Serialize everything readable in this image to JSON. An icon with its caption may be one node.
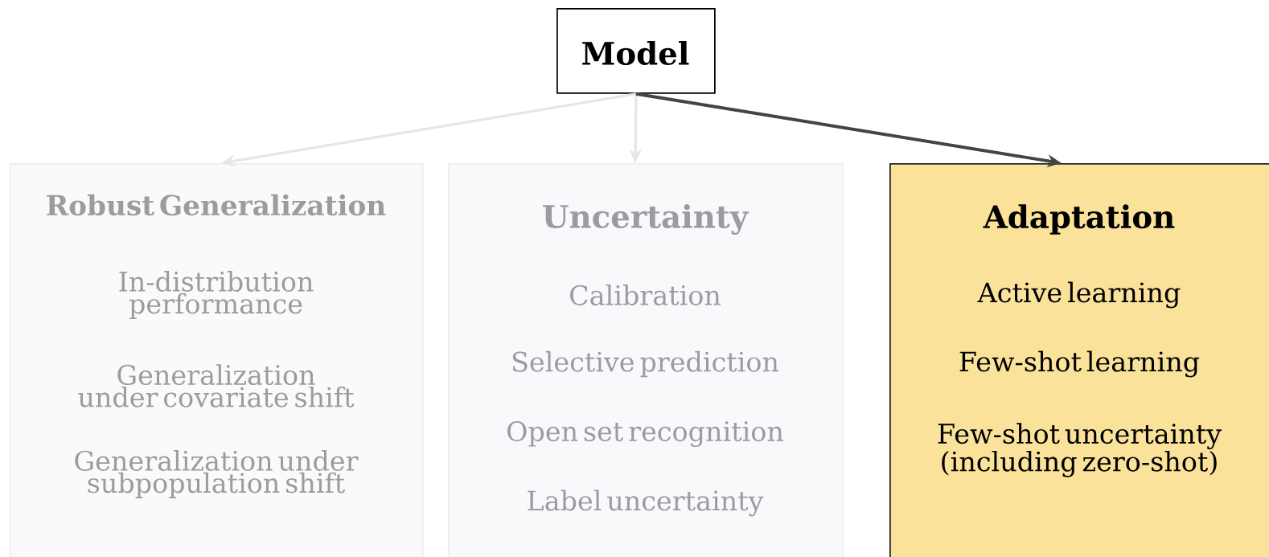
{
  "diagram": {
    "nodes": [
      {
        "text": [
          "Model"
        ]
      },
      {
        "text": [
          "Robust Generalization",
          "In-distribution performance",
          "Generalization under covariate shift",
          "Generalization under subpopulation shift"
        ]
      },
      {
        "text": [
          "Uncertainty",
          "Calibration",
          "Selective prediction",
          "Open set recognition",
          "Label uncertainty"
        ]
      },
      {
        "text": [
          "Adaptation",
          "Active learning",
          "Few-shot learning",
          "Few-shot uncertainty (including zero-shot)"
        ]
      }
    ],
    "edges": [
      {
        "from": 0,
        "to": 1,
        "arrow": "to",
        "color": "#e6e6e6"
      },
      {
        "from": 0,
        "to": 2,
        "arrow": "to",
        "color": "#e6e6e6"
      },
      {
        "from": 0,
        "to": 3,
        "arrow": "to",
        "color": "#444444"
      }
    ]
  }
}
